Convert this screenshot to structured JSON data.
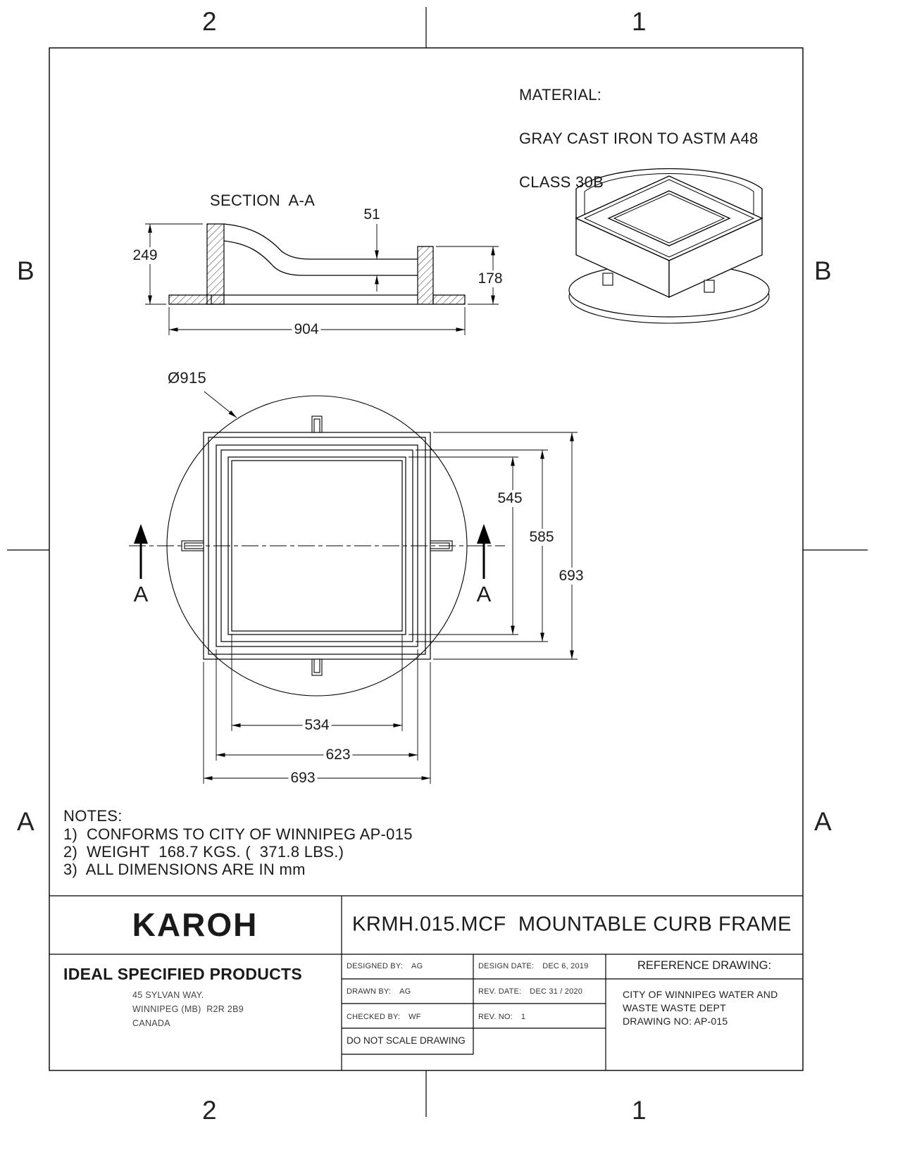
{
  "sheet": {
    "zones": {
      "top_left": "2",
      "top_right": "1",
      "bottom_left": "2",
      "bottom_right": "1",
      "left_upper": "B",
      "left_lower": "A",
      "right_upper": "B",
      "right_lower": "A"
    }
  },
  "material_note": {
    "line1": "MATERIAL:",
    "line2": "GRAY CAST IRON TO ASTM A48",
    "line3": "CLASS 30B"
  },
  "section_view": {
    "title": "SECTION  A-A",
    "dims": {
      "height_left": "249",
      "seat_thickness": "51",
      "height_right": "178",
      "base_width": "904"
    }
  },
  "plan_view": {
    "diameter_label": "Ø915",
    "section_arrow_left": "A",
    "section_arrow_right": "A",
    "dims": {
      "opening_height": "545",
      "seat_height": "585",
      "frame_height": "693",
      "opening_width": "534",
      "mid_width": "623",
      "frame_width": "693"
    }
  },
  "notes": {
    "title": "NOTES:",
    "items": [
      "1)  CONFORMS TO CITY OF WINNIPEG AP-015",
      "2)  WEIGHT  168.7 KGS. (  371.8 LBS.)",
      "3)  ALL DIMENSIONS ARE IN mm"
    ]
  },
  "title_block": {
    "brand": "KAROH",
    "drawing_title": "KRMH.015.MCF  MOUNTABLE CURB FRAME",
    "company": "IDEAL SPECIFIED PRODUCTS",
    "address": [
      "45 SYLVAN WAY.",
      "WINNIPEG (MB)  R2R 2B9",
      "CANADA"
    ],
    "fields": {
      "designed_by_label": "DESIGNED BY:",
      "designed_by": "AG",
      "design_date_label": "DESIGN DATE:",
      "design_date": "DEC 6, 2019",
      "drawn_by_label": "DRAWN BY:",
      "drawn_by": "AG",
      "rev_date_label": "REV. DATE:",
      "rev_date": "DEC 31 / 2020",
      "checked_by_label": "CHECKED BY:",
      "checked_by": "WF",
      "rev_no_label": "REV. NO:",
      "rev_no": "1"
    },
    "do_not_scale": "DO NOT SCALE DRAWING",
    "reference": {
      "title": "REFERENCE DRAWING:",
      "lines": [
        "CITY OF WINNIPEG WATER AND",
        "WASTE WASTE DEPT",
        "DRAWING NO: AP-015"
      ]
    }
  }
}
